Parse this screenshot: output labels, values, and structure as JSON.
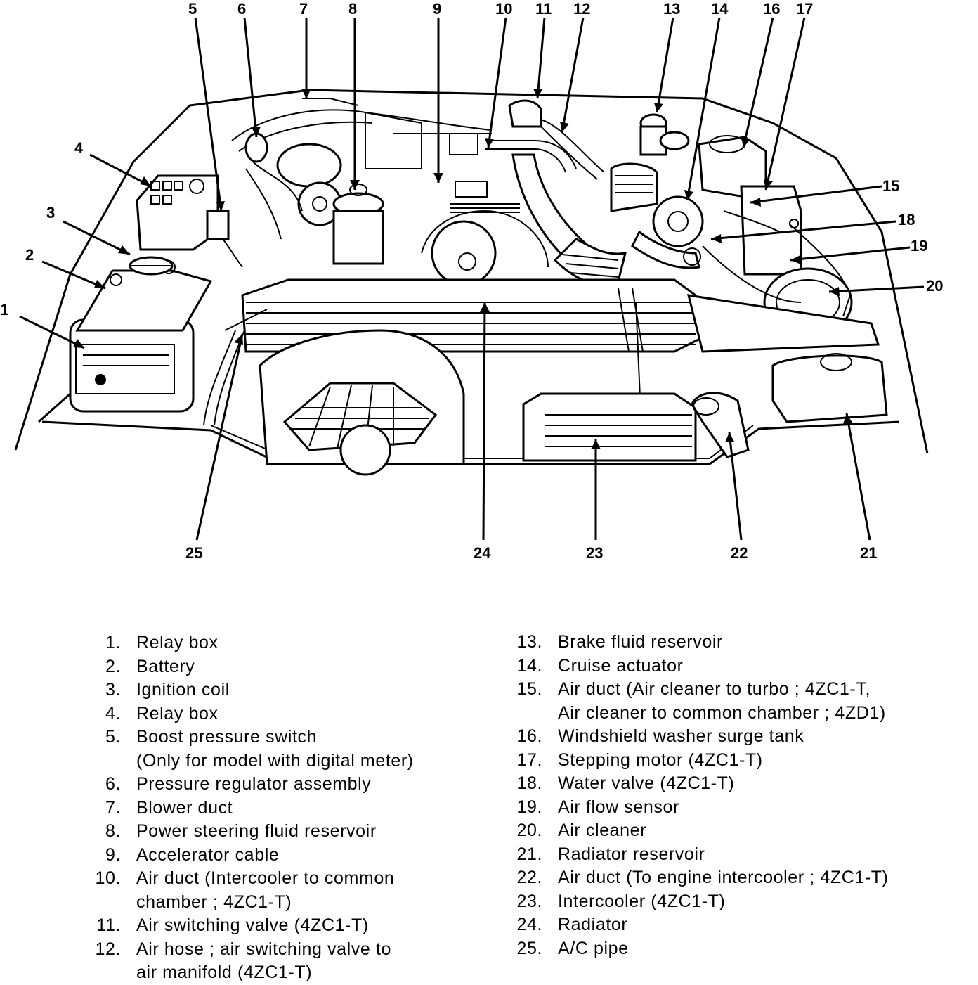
{
  "diagram": {
    "callouts": [
      "1",
      "2",
      "3",
      "4",
      "5",
      "6",
      "7",
      "8",
      "9",
      "10",
      "11",
      "12",
      "13",
      "14",
      "15",
      "16",
      "17",
      "18",
      "19",
      "20",
      "21",
      "22",
      "23",
      "24",
      "25"
    ]
  },
  "legend": {
    "left": [
      {
        "num": "1.",
        "label": "Relay box"
      },
      {
        "num": "2.",
        "label": "Battery"
      },
      {
        "num": "3.",
        "label": "Ignition coil"
      },
      {
        "num": "4.",
        "label": "Relay box"
      },
      {
        "num": "5.",
        "label": "Boost pressure switch",
        "cont": "(Only for model with digital meter)"
      },
      {
        "num": "6.",
        "label": "Pressure regulator assembly"
      },
      {
        "num": "7.",
        "label": "Blower duct"
      },
      {
        "num": "8.",
        "label": "Power steering fluid reservoir"
      },
      {
        "num": "9.",
        "label": "Accelerator cable"
      },
      {
        "num": "10.",
        "label": "Air duct (Intercooler to common",
        "cont": "chamber ; 4ZC1-T)"
      },
      {
        "num": "11.",
        "label": "Air switching valve (4ZC1-T)"
      },
      {
        "num": "12.",
        "label": "Air hose ; air switching valve to",
        "cont": "air manifold (4ZC1-T)"
      }
    ],
    "right": [
      {
        "num": "13.",
        "label": "Brake fluid reservoir"
      },
      {
        "num": "14.",
        "label": "Cruise actuator"
      },
      {
        "num": "15.",
        "label": "Air duct (Air cleaner to turbo ; 4ZC1-T,",
        "cont": "Air cleaner to common chamber ; 4ZD1)"
      },
      {
        "num": "16.",
        "label": "Windshield washer surge tank"
      },
      {
        "num": "17.",
        "label": "Stepping motor (4ZC1-T)"
      },
      {
        "num": "18.",
        "label": "Water valve (4ZC1-T)"
      },
      {
        "num": "19.",
        "label": "Air flow sensor"
      },
      {
        "num": "20.",
        "label": "Air cleaner"
      },
      {
        "num": "21.",
        "label": "Radiator reservoir"
      },
      {
        "num": "22.",
        "label": "Air duct (To engine intercooler ; 4ZC1-T)"
      },
      {
        "num": "23.",
        "label": "Intercooler (4ZC1-T)"
      },
      {
        "num": "24.",
        "label": "Radiator"
      },
      {
        "num": "25.",
        "label": "A/C pipe"
      }
    ]
  }
}
